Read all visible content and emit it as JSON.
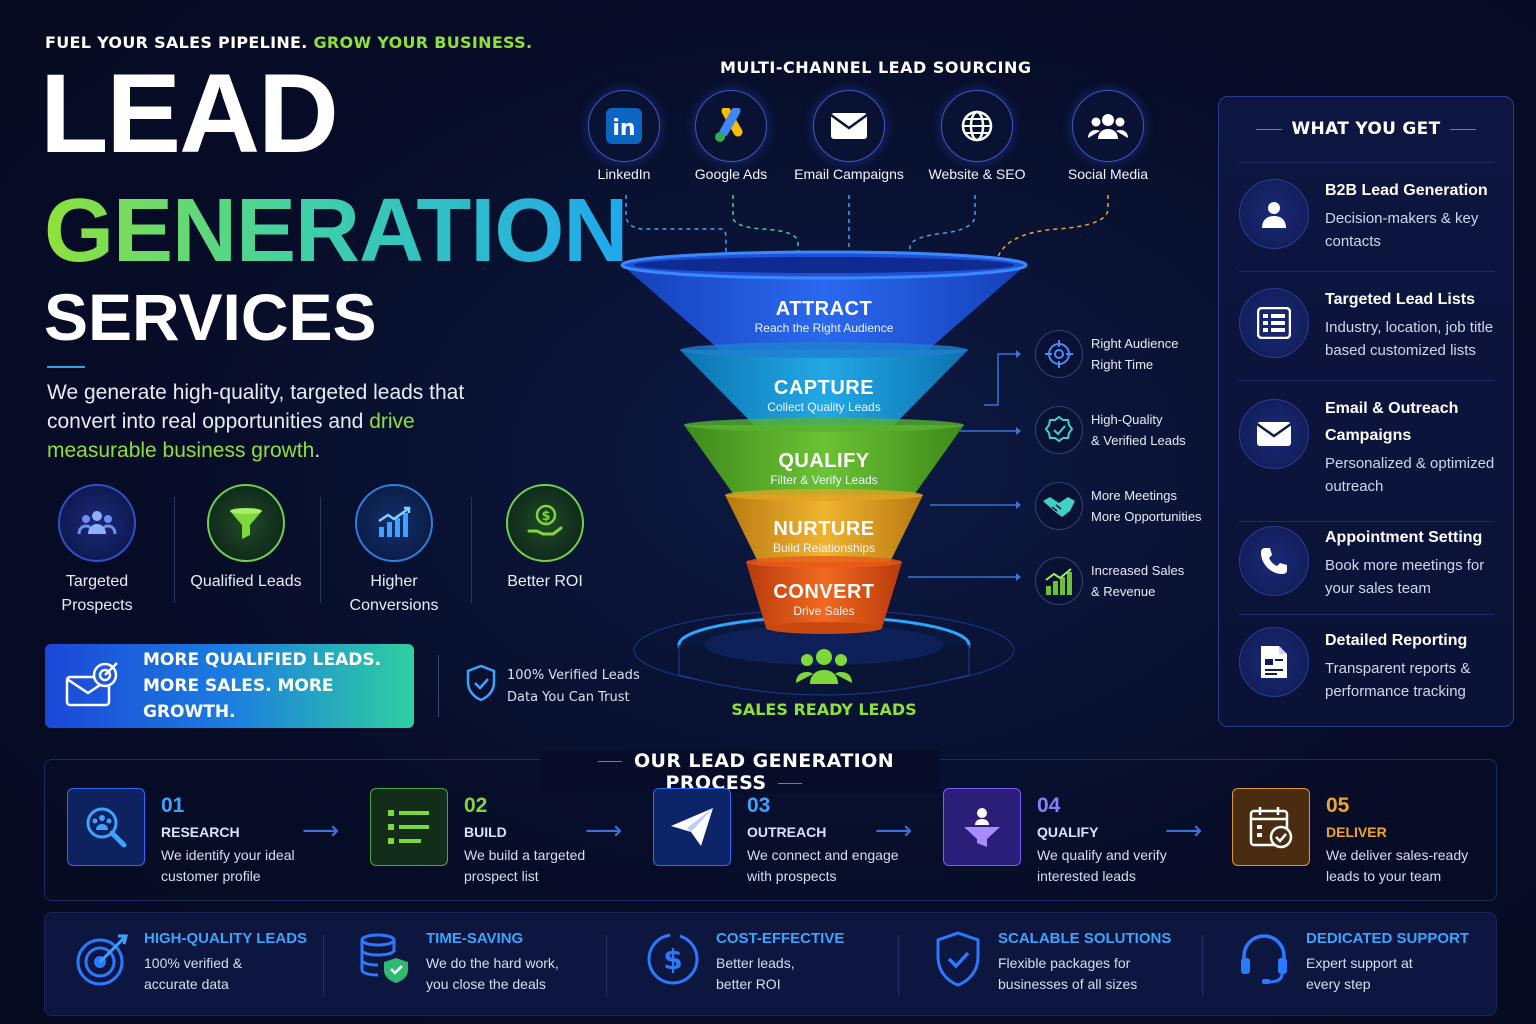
{
  "tagline": {
    "white": "FUEL YOUR SALES PIPELINE.",
    "green": "GROW YOUR BUSINESS."
  },
  "title": {
    "line1": "LEAD",
    "line2": "GENERATION",
    "line3": "SERVICES"
  },
  "description": {
    "main": "We generate high-quality, targeted leads that convert into real opportunities and ",
    "highlight": "drive measurable business growth",
    "end": "."
  },
  "features": [
    {
      "label": "Targeted Prospects",
      "icon": "target-people-icon"
    },
    {
      "label": "Qualified Leads",
      "icon": "funnel-icon"
    },
    {
      "label": "Higher Conversions",
      "icon": "growth-chart-icon"
    },
    {
      "label": "Better ROI",
      "icon": "dollar-hand-icon"
    }
  ],
  "cta": {
    "line1": "MORE QUALIFIED LEADS.",
    "line2": "MORE SALES. MORE GROWTH."
  },
  "verified": {
    "line1": "100% Verified Leads",
    "line2": "Data You Can Trust"
  },
  "sourcing": {
    "title": "MULTI-CHANNEL LEAD SOURCING",
    "channels": [
      {
        "label": "LinkedIn",
        "icon": "linkedin-icon"
      },
      {
        "label": "Google Ads",
        "icon": "google-ads-icon"
      },
      {
        "label": "Email Campaigns",
        "icon": "email-icon"
      },
      {
        "label": "Website & SEO",
        "icon": "globe-icon"
      },
      {
        "label": "Social Media",
        "icon": "people-icon"
      }
    ]
  },
  "funnel": [
    {
      "title": "ATTRACT",
      "sub": "Reach the Right Audience",
      "color": "#1e5ae0"
    },
    {
      "title": "CAPTURE",
      "sub": "Collect Quality Leads",
      "color": "#1a9ad8"
    },
    {
      "title": "QUALIFY",
      "sub": "Filter & Verify Leads",
      "color": "#58b22e"
    },
    {
      "title": "NURTURE",
      "sub": "Build Relationships",
      "color": "#e0a420"
    },
    {
      "title": "CONVERT",
      "sub": "Drive Sales",
      "color": "#e85a18"
    }
  ],
  "funnel_result": "SALES READY LEADS",
  "benefits": [
    {
      "line1": "Right Audience",
      "line2": "Right Time",
      "icon": "crosshair-icon"
    },
    {
      "line1": "High-Quality",
      "line2": "& Verified Leads",
      "icon": "verified-badge-icon"
    },
    {
      "line1": "More Meetings",
      "line2": "More Opportunities",
      "icon": "handshake-icon"
    },
    {
      "line1": "Increased Sales",
      "line2": "& Revenue",
      "icon": "bar-growth-icon"
    }
  ],
  "what_you_get": {
    "title": "WHAT YOU GET",
    "items": [
      {
        "title": "B2B Lead Generation",
        "desc": "Decision-makers & key contacts",
        "icon": "user-icon"
      },
      {
        "title": "Targeted Lead Lists",
        "desc": "Industry, location, job title based customized lists",
        "icon": "list-icon"
      },
      {
        "title": "Email & Outreach Campaigns",
        "desc": "Personalized & optimized outreach",
        "icon": "envelope-icon"
      },
      {
        "title": "Appointment Setting",
        "desc": "Book more meetings for your sales team",
        "icon": "phone-icon"
      },
      {
        "title": "Detailed Reporting",
        "desc": "Transparent reports & performance tracking",
        "icon": "report-icon"
      }
    ]
  },
  "process": {
    "title": "OUR LEAD GENERATION PROCESS",
    "steps": [
      {
        "num": "01",
        "title": "RESEARCH",
        "desc": "We identify your ideal customer profile",
        "color": "#3da3ff",
        "icon": "search-people-icon"
      },
      {
        "num": "02",
        "title": "BUILD",
        "desc": "We build a targeted prospect list",
        "color": "#7ed83a",
        "icon": "checklist-icon"
      },
      {
        "num": "03",
        "title": "OUTREACH",
        "desc": "We connect and engage with prospects",
        "color": "#3da3ff",
        "icon": "paper-plane-icon"
      },
      {
        "num": "04",
        "title": "QUALIFY",
        "desc": "We qualify and verify interested leads",
        "color": "#8a7cff",
        "icon": "funnel-user-icon"
      },
      {
        "num": "05",
        "title": "DELIVER",
        "desc": "We deliver sales-ready leads to your team",
        "color": "#f2a526",
        "icon": "calendar-check-icon"
      }
    ]
  },
  "bottom": [
    {
      "title": "HIGH-QUALITY LEADS",
      "desc": "100% verified & accurate data",
      "icon": "target-arrow-icon"
    },
    {
      "title": "TIME-SAVING",
      "desc": "We do the hard work, you close the deals",
      "icon": "database-shield-icon"
    },
    {
      "title": "COST-EFFECTIVE",
      "desc": "Better leads, better ROI",
      "icon": "dollar-circle-icon"
    },
    {
      "title": "SCALABLE SOLUTIONS",
      "desc": "Flexible packages for businesses of all sizes",
      "icon": "shield-check-icon"
    },
    {
      "title": "DEDICATED SUPPORT",
      "desc": "Expert support at every step",
      "icon": "headset-icon"
    }
  ]
}
